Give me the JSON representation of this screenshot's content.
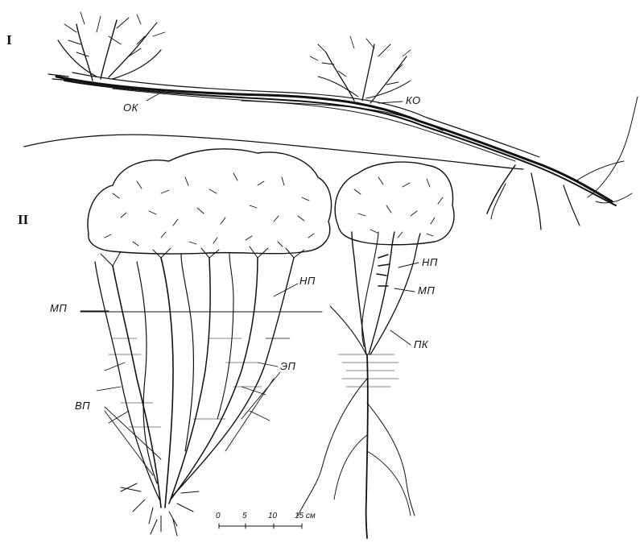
{
  "section_labels": {
    "one": "I",
    "two": "II"
  },
  "part_labels": {
    "ok": "ОК",
    "ko": "КО",
    "np_left": "НП",
    "mp_left": "МП",
    "ep": "ЭП",
    "vp": "ВП",
    "np_right": "НП",
    "mp_right": "МП",
    "pk": "ПК"
  },
  "scale_bar": {
    "ticks": [
      "0",
      "5",
      "10",
      "15 см"
    ]
  },
  "colors": {
    "ink": "#111111",
    "background": "#ffffff"
  }
}
